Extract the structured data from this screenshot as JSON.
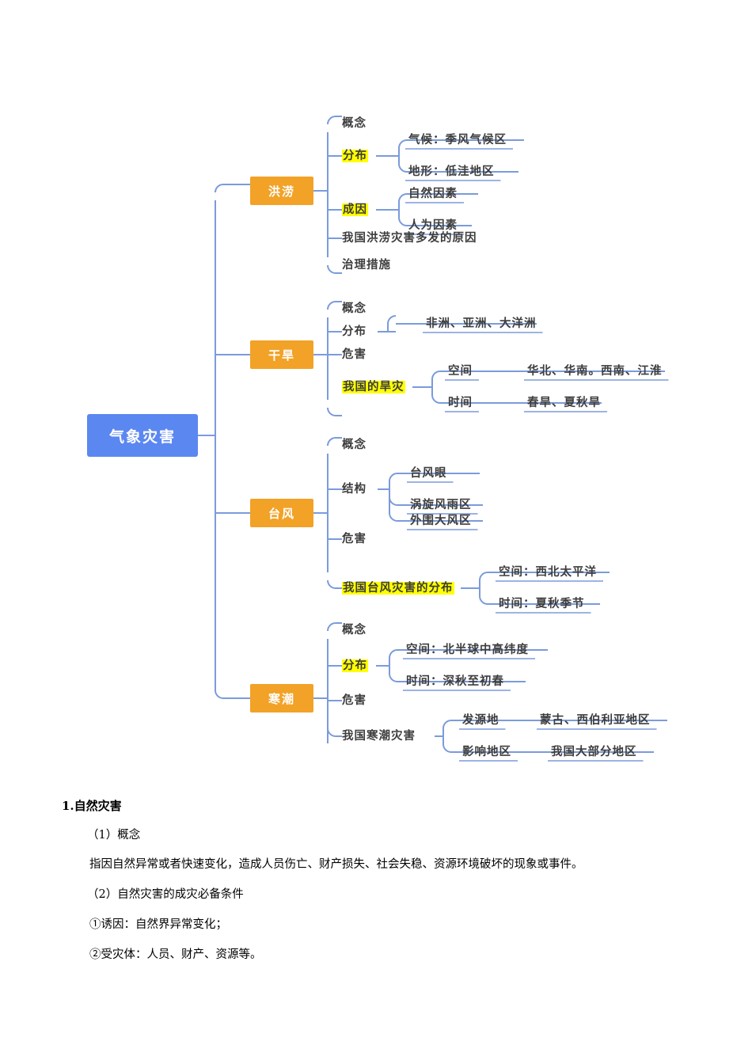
{
  "colors": {
    "root_fill": "#5B87F0",
    "category_fill": "#F2A227",
    "wire": "#7B9BDB",
    "highlight": "#FFFF00",
    "text": "#3d3d3d"
  },
  "mindmap": {
    "root": {
      "label": "气象灾害"
    },
    "branches": [
      {
        "id": "flood",
        "label": "洪涝",
        "children": [
          {
            "label": "概念",
            "highlight": false,
            "children": []
          },
          {
            "label": "分布",
            "highlight": true,
            "children": [
              {
                "label": "气候：季风气候区"
              },
              {
                "label": "地形：低洼地区"
              }
            ]
          },
          {
            "label": "成因",
            "highlight": true,
            "children": [
              {
                "label": "自然因素"
              },
              {
                "label": "人为因素"
              }
            ]
          },
          {
            "label": "我国洪涝灾害多发的原因",
            "highlight": false,
            "children": []
          },
          {
            "label": "治理措施",
            "highlight": false,
            "children": []
          }
        ]
      },
      {
        "id": "drought",
        "label": "干旱",
        "children": [
          {
            "label": "概念",
            "highlight": false,
            "children": []
          },
          {
            "label": "分布",
            "highlight": false,
            "children": [
              {
                "label": "非洲、亚洲、大洋洲"
              }
            ]
          },
          {
            "label": "危害",
            "highlight": false,
            "children": []
          },
          {
            "label": "我国的旱灾",
            "highlight": true,
            "children": [
              {
                "label": "空间",
                "value": "华北、华南。西南、江淮"
              },
              {
                "label": "时间",
                "value": "春旱、夏秋旱"
              }
            ]
          }
        ]
      },
      {
        "id": "typhoon",
        "label": "台风",
        "children": [
          {
            "label": "概念",
            "highlight": false,
            "children": []
          },
          {
            "label": "结构",
            "highlight": false,
            "children": [
              {
                "label": "台风眼"
              },
              {
                "label": "涡旋风雨区"
              },
              {
                "label": "外围大风区"
              }
            ]
          },
          {
            "label": "危害",
            "highlight": false,
            "children": []
          },
          {
            "label": "我国台风灾害的分布",
            "highlight": true,
            "children": [
              {
                "label": "空间：西北太平洋"
              },
              {
                "label": "时间：夏秋季节"
              }
            ]
          }
        ]
      },
      {
        "id": "coldwave",
        "label": "寒潮",
        "children": [
          {
            "label": "概念",
            "highlight": false,
            "children": []
          },
          {
            "label": "分布",
            "highlight": true,
            "children": [
              {
                "label": "空间：北半球中高纬度"
              },
              {
                "label": "时间：深秋至初春"
              }
            ]
          },
          {
            "label": "危害",
            "highlight": false,
            "children": []
          },
          {
            "label": "我国寒潮灾害",
            "highlight": false,
            "children": [
              {
                "label": "发源地",
                "value": "蒙古、西伯利亚地区"
              },
              {
                "label": "影响地区",
                "value": "我国大部分地区"
              }
            ]
          }
        ]
      }
    ]
  },
  "document": {
    "heading": "1.自然灾害",
    "lines": [
      "（1）概念",
      "指因自然异常或者快速变化，造成人员伤亡、财产损失、社会失稳、资源环境破坏的现象或事件。",
      "（2）自然灾害的成灾必备条件",
      "①诱因：自然界异常变化；",
      "②受灾体：人员、财产、资源等。"
    ]
  }
}
